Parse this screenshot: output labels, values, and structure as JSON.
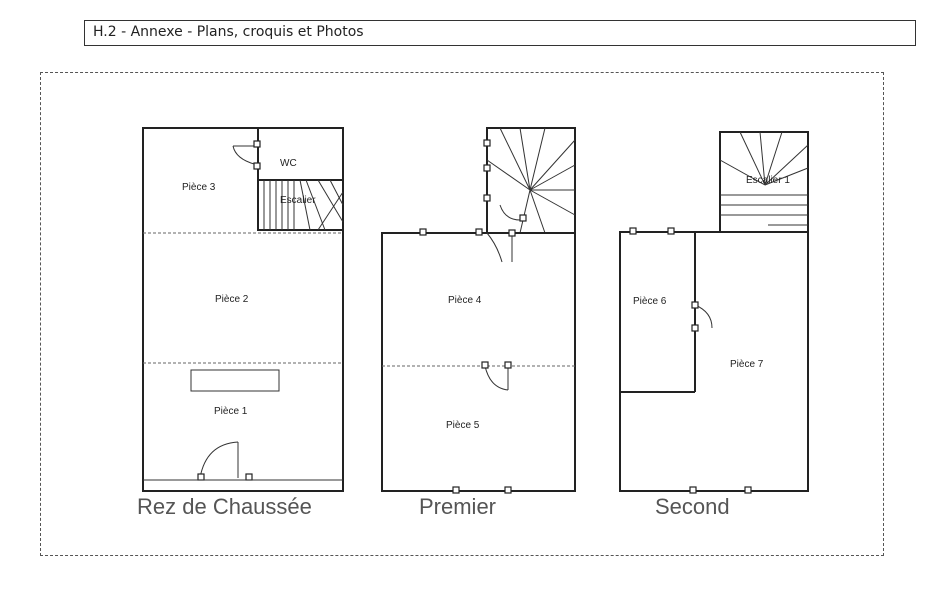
{
  "header": {
    "title": "H.2 - Annexe  - Plans, croquis et Photos"
  },
  "floors": [
    {
      "name": "Rez de Chaussée",
      "rooms": [
        "Pièce 3",
        "WC",
        "Escalier",
        "Pièce 2",
        "Pièce 1"
      ]
    },
    {
      "name": "Premier",
      "rooms": [
        "Pièce 4",
        "Pièce 5"
      ]
    },
    {
      "name": "Second",
      "rooms": [
        "Escalier 1",
        "Pièce 6",
        "Pièce 7"
      ]
    }
  ]
}
